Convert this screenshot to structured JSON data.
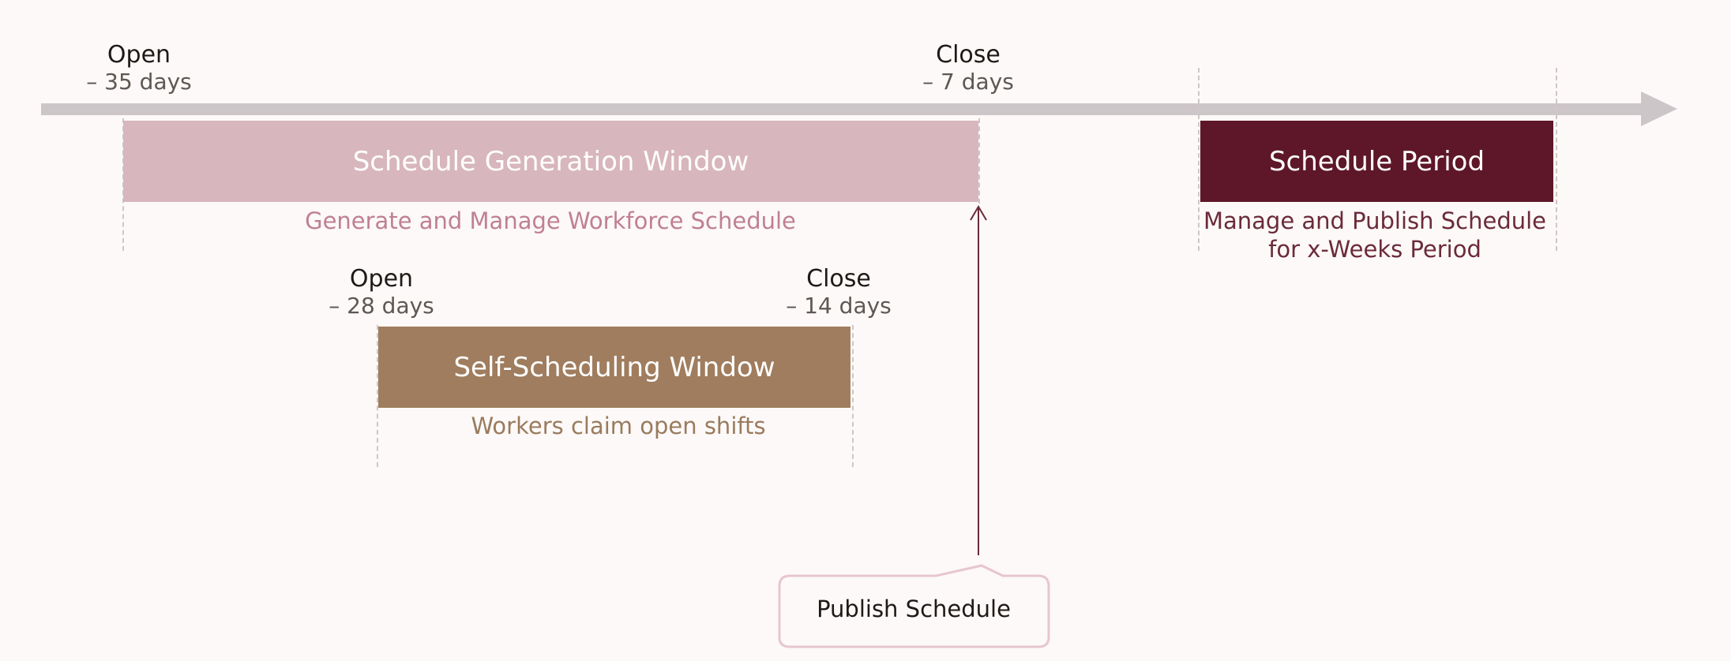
{
  "colors": {
    "background": "#fcf9f8",
    "timeline": "#cdc6c8",
    "generation_window": "#d8b6bd",
    "generation_caption": "#c07f95",
    "self_scheduling_window": "#9f7d5e",
    "self_scheduling_caption": "#9a7b5e",
    "schedule_period": "#5e1728",
    "schedule_period_caption": "#6b2a3a",
    "publish_line": "#6b2a3a",
    "publish_callout_border": "#e7c6cf"
  },
  "timeline": {
    "generation_open": {
      "label": "Open",
      "offset": "– 35 days"
    },
    "generation_close": {
      "label": "Close",
      "offset": "– 7 days"
    }
  },
  "generation_window": {
    "title": "Schedule Generation Window",
    "caption": "Generate and Manage Workforce Schedule"
  },
  "schedule_period": {
    "title": "Schedule Period",
    "caption_line1": "Manage and Publish Schedule",
    "caption_line2": "for x-Weeks Period"
  },
  "self_scheduling": {
    "open": {
      "label": "Open",
      "offset": "– 28 days"
    },
    "close": {
      "label": "Close",
      "offset": "– 14 days"
    },
    "title": "Self-Scheduling Window",
    "caption": "Workers claim open shifts"
  },
  "publish": {
    "label": "Publish Schedule"
  }
}
